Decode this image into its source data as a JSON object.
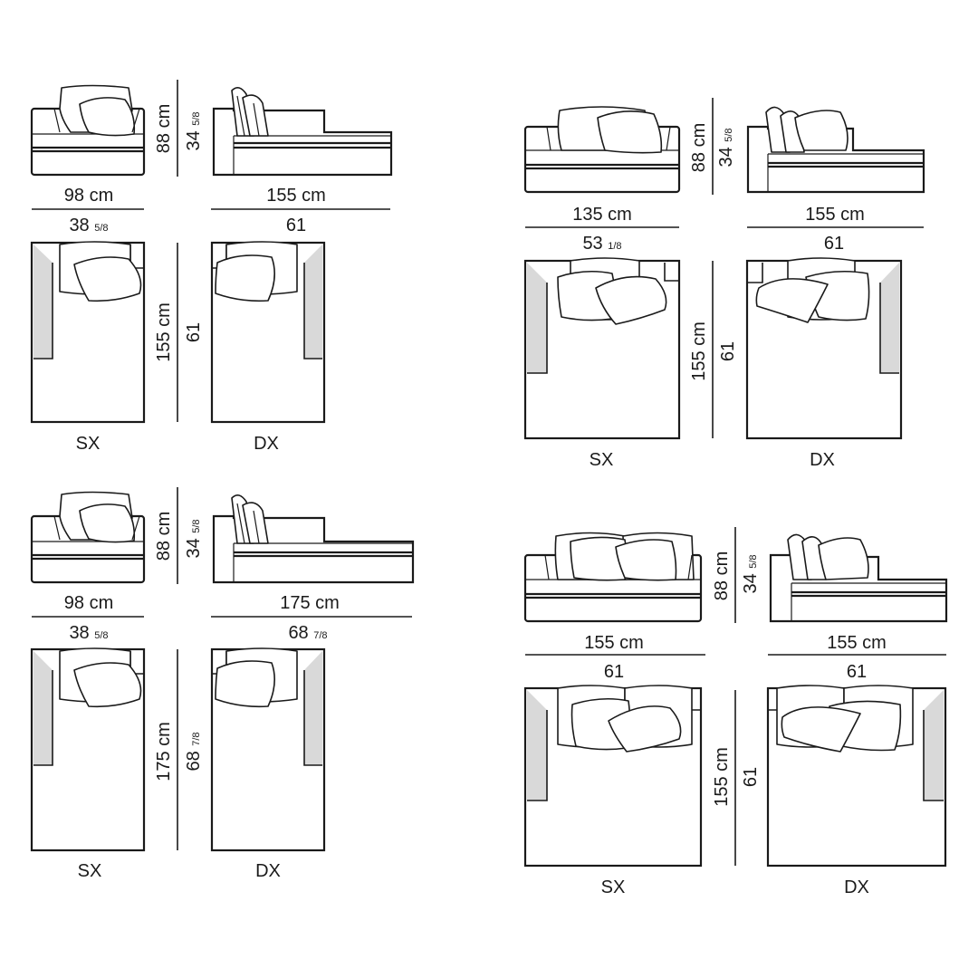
{
  "groups": [
    {
      "front_width": "98 cm",
      "side_length": "155 cm",
      "height": "88 cm",
      "height_in": "34",
      "height_in_frac": "5/8",
      "front_width_in": "38",
      "front_width_in_frac": "5/8",
      "side_length_in": "61",
      "top_length": "155 cm",
      "top_length_in": "61",
      "left_label": "SX",
      "right_label": "DX"
    },
    {
      "front_width": "135 cm",
      "side_length": "155 cm",
      "height": "88 cm",
      "height_in": "34",
      "height_in_frac": "5/8",
      "front_width_in": "53",
      "front_width_in_frac": "1/8",
      "side_length_in": "61",
      "top_length": "155 cm",
      "top_length_in": "61",
      "left_label": "SX",
      "right_label": "DX"
    },
    {
      "front_width": "98 cm",
      "side_length": "175 cm",
      "height": "88 cm",
      "height_in": "34",
      "height_in_frac": "5/8",
      "front_width_in": "38",
      "front_width_in_frac": "5/8",
      "side_length_in": "68",
      "side_length_in_frac": "7/8",
      "top_length": "175 cm",
      "top_length_in": "68",
      "top_length_in_frac": "7/8",
      "left_label": "SX",
      "right_label": "DX"
    },
    {
      "front_width": "155 cm",
      "side_length": "155 cm",
      "height": "88 cm",
      "height_in": "34",
      "height_in_frac": "5/8",
      "front_width_in": "61",
      "side_length_in": "61",
      "top_length": "155 cm",
      "top_length_in": "61",
      "left_label": "SX",
      "right_label": "DX"
    }
  ]
}
